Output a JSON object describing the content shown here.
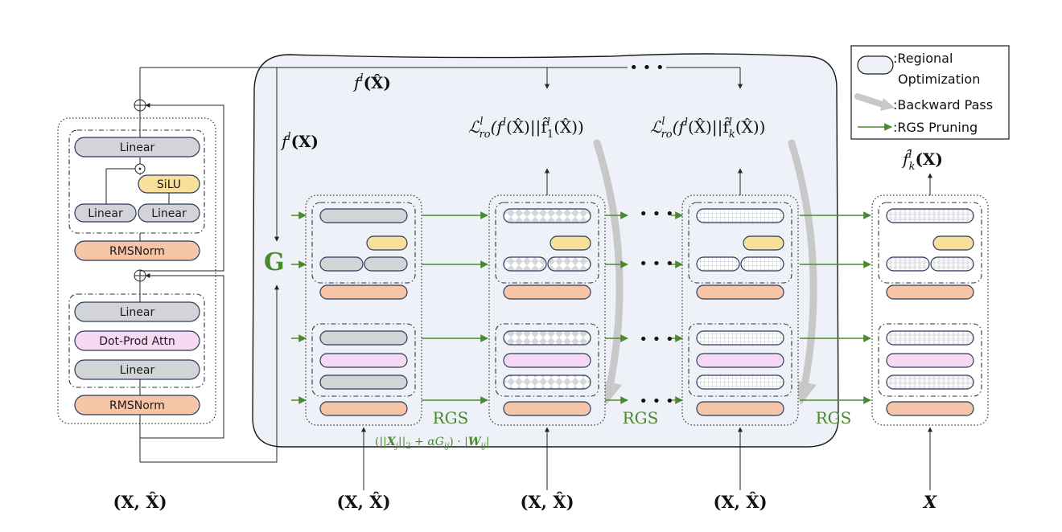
{
  "left_block": {
    "linear_top": "Linear",
    "silu": "SiLU",
    "linear_a": "Linear",
    "linear_b": "Linear",
    "rmsnorm_top": "RMSNorm",
    "linear_mid": "Linear",
    "attn": "Dot-Prod Attn",
    "linear_low": "Linear",
    "rmsnorm_bottom": "RMSNorm"
  },
  "labels": {
    "f_hat": "f",
    "f_hat_sup": "l",
    "f_hat_arg": "(X̂)",
    "f_x": "f",
    "f_x_sup": "l",
    "f_x_arg": "(X)",
    "loss1": "ℒ",
    "loss1_sub": "ro",
    "loss1_sup": "l",
    "loss1_arg": "(f l(X̂)||f̂ 1 l(X̂))",
    "loss1_a": "(f",
    "loss1_b": "(X̂)||f̂",
    "loss1_c": "(X̂))",
    "loss1_idx": "1",
    "lossk_a": "(f",
    "lossk_b": "(X̂)||f̂",
    "lossk_c": "(X̂))",
    "lossk_idx": "k",
    "out_label": "f̂",
    "out_sub": "k",
    "out_sup": "l",
    "out_arg": "(X)",
    "G": "G",
    "rgs1": "RGS",
    "rgs2": "RGS",
    "rgs3": "RGS",
    "formula": "(||Xj||2 + αGij) · |Wij|",
    "formula_a": "(||",
    "formula_b": "X",
    "formula_c": "j",
    "formula_d": "||",
    "formula_e": "2",
    "formula_f": " + αG",
    "formula_g": "ij",
    "formula_h": ") · |",
    "formula_i": "W",
    "formula_j": "ij",
    "formula_k": "|",
    "dots": "• • •",
    "input_left": "(X, X̂)",
    "input_1": "(X, X̂)",
    "input_2": "(X, X̂)",
    "input_3": "(X, X̂)",
    "input_out": "X"
  },
  "legend": {
    "item1_line1": ":Regional",
    "item1_line2": "Optimization",
    "item2": ":Backward Pass",
    "item3": ":RGS Pruning"
  },
  "colors": {
    "linear": "#d3d4d8",
    "silu": "#f9e09a",
    "rmsnorm": "#f6c4a6",
    "attn": "#f8d9f4",
    "region_bg": "#eef2f8",
    "arrow_green": "#4a8a2c",
    "backward_gray": "#c8c8c8"
  }
}
